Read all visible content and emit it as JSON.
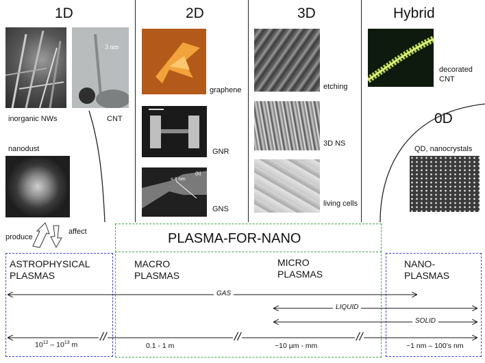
{
  "headers": {
    "d1": "1D",
    "d2": "2D",
    "d3": "3D",
    "hybrid": "Hybrid",
    "d0": "0D"
  },
  "labels": {
    "inorganic_nws": "inorganic NWs",
    "cnt": "CNT",
    "cnt_scale": "3 nm",
    "nanodust": "nanodust",
    "graphene": "graphene",
    "gnr": "GNR",
    "gns": "GNS",
    "gns_scale": "< 1 nm",
    "gns_panel": "(b)",
    "etching": "etching",
    "ns3d": "3D NS",
    "living_cells": "living cells",
    "decorated": "decorated",
    "decorated_cnt": "CNT",
    "qd": "QD, nanocrystals",
    "produce": "produce",
    "affect": "affect"
  },
  "plasma": {
    "title": "PLASMA-FOR-NANO",
    "astro_line1": "ASTROPHYSICAL",
    "astro_line2": "PLASMAS",
    "macro_line1": "MACRO",
    "macro_line2": "PLASMAS",
    "micro_line1": "MICRO",
    "micro_line2": "PLASMAS",
    "nano_line1": "NANO-",
    "nano_line2": "PLASMAS",
    "gas": "GAS",
    "liquid": "LIQUID",
    "solid": "SOLID"
  },
  "scales": {
    "astro_base": "10",
    "astro_exp1": "12",
    "astro_mid": " – 10",
    "astro_exp2": "13",
    "astro_unit": " m",
    "macro": "0.1 - 1 m",
    "micro": "~10 µm - mm",
    "nano": "~1 nm – 100’s nm",
    "break": "//"
  },
  "colors": {
    "green_dashed": "#3aa84a",
    "blue_dashed": "#3a3ad6",
    "graphene_orange": "#e0892a",
    "hybrid_green": "#9acb3c"
  }
}
